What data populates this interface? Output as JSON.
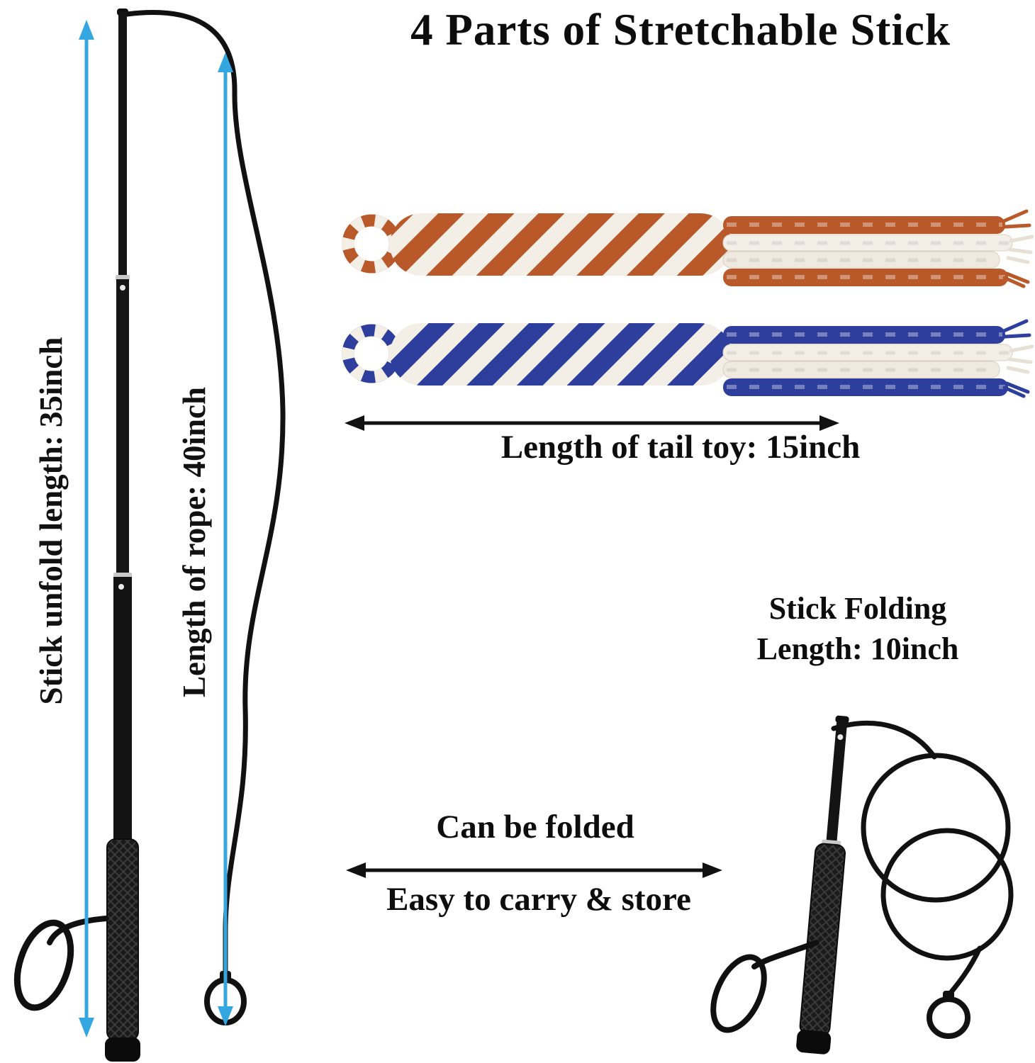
{
  "title": "4 Parts of Stretchable Stick",
  "annotations": {
    "stick_unfold": "Stick unfold length: 35inch",
    "rope_length": "Length of rope: 40inch",
    "tail_toy_length": "Length of tail toy: 15inch",
    "stick_folding_line1": "Stick Folding",
    "stick_folding_line2": "Length: 10inch",
    "fold_line1": "Can be folded",
    "fold_line2": "Easy to carry & store"
  },
  "measurements": {
    "stick_unfold_inch": 35,
    "rope_inch": 40,
    "tail_toy_inch": 15,
    "stick_folded_inch": 10
  },
  "colors": {
    "arrow_blue": "#35a7e0",
    "rope_orange": "#b9592a",
    "rope_blue": "#2e3e9d",
    "rope_white": "#f3eee6",
    "stick_black": "#141414",
    "text_black": "#0d0d0d"
  }
}
